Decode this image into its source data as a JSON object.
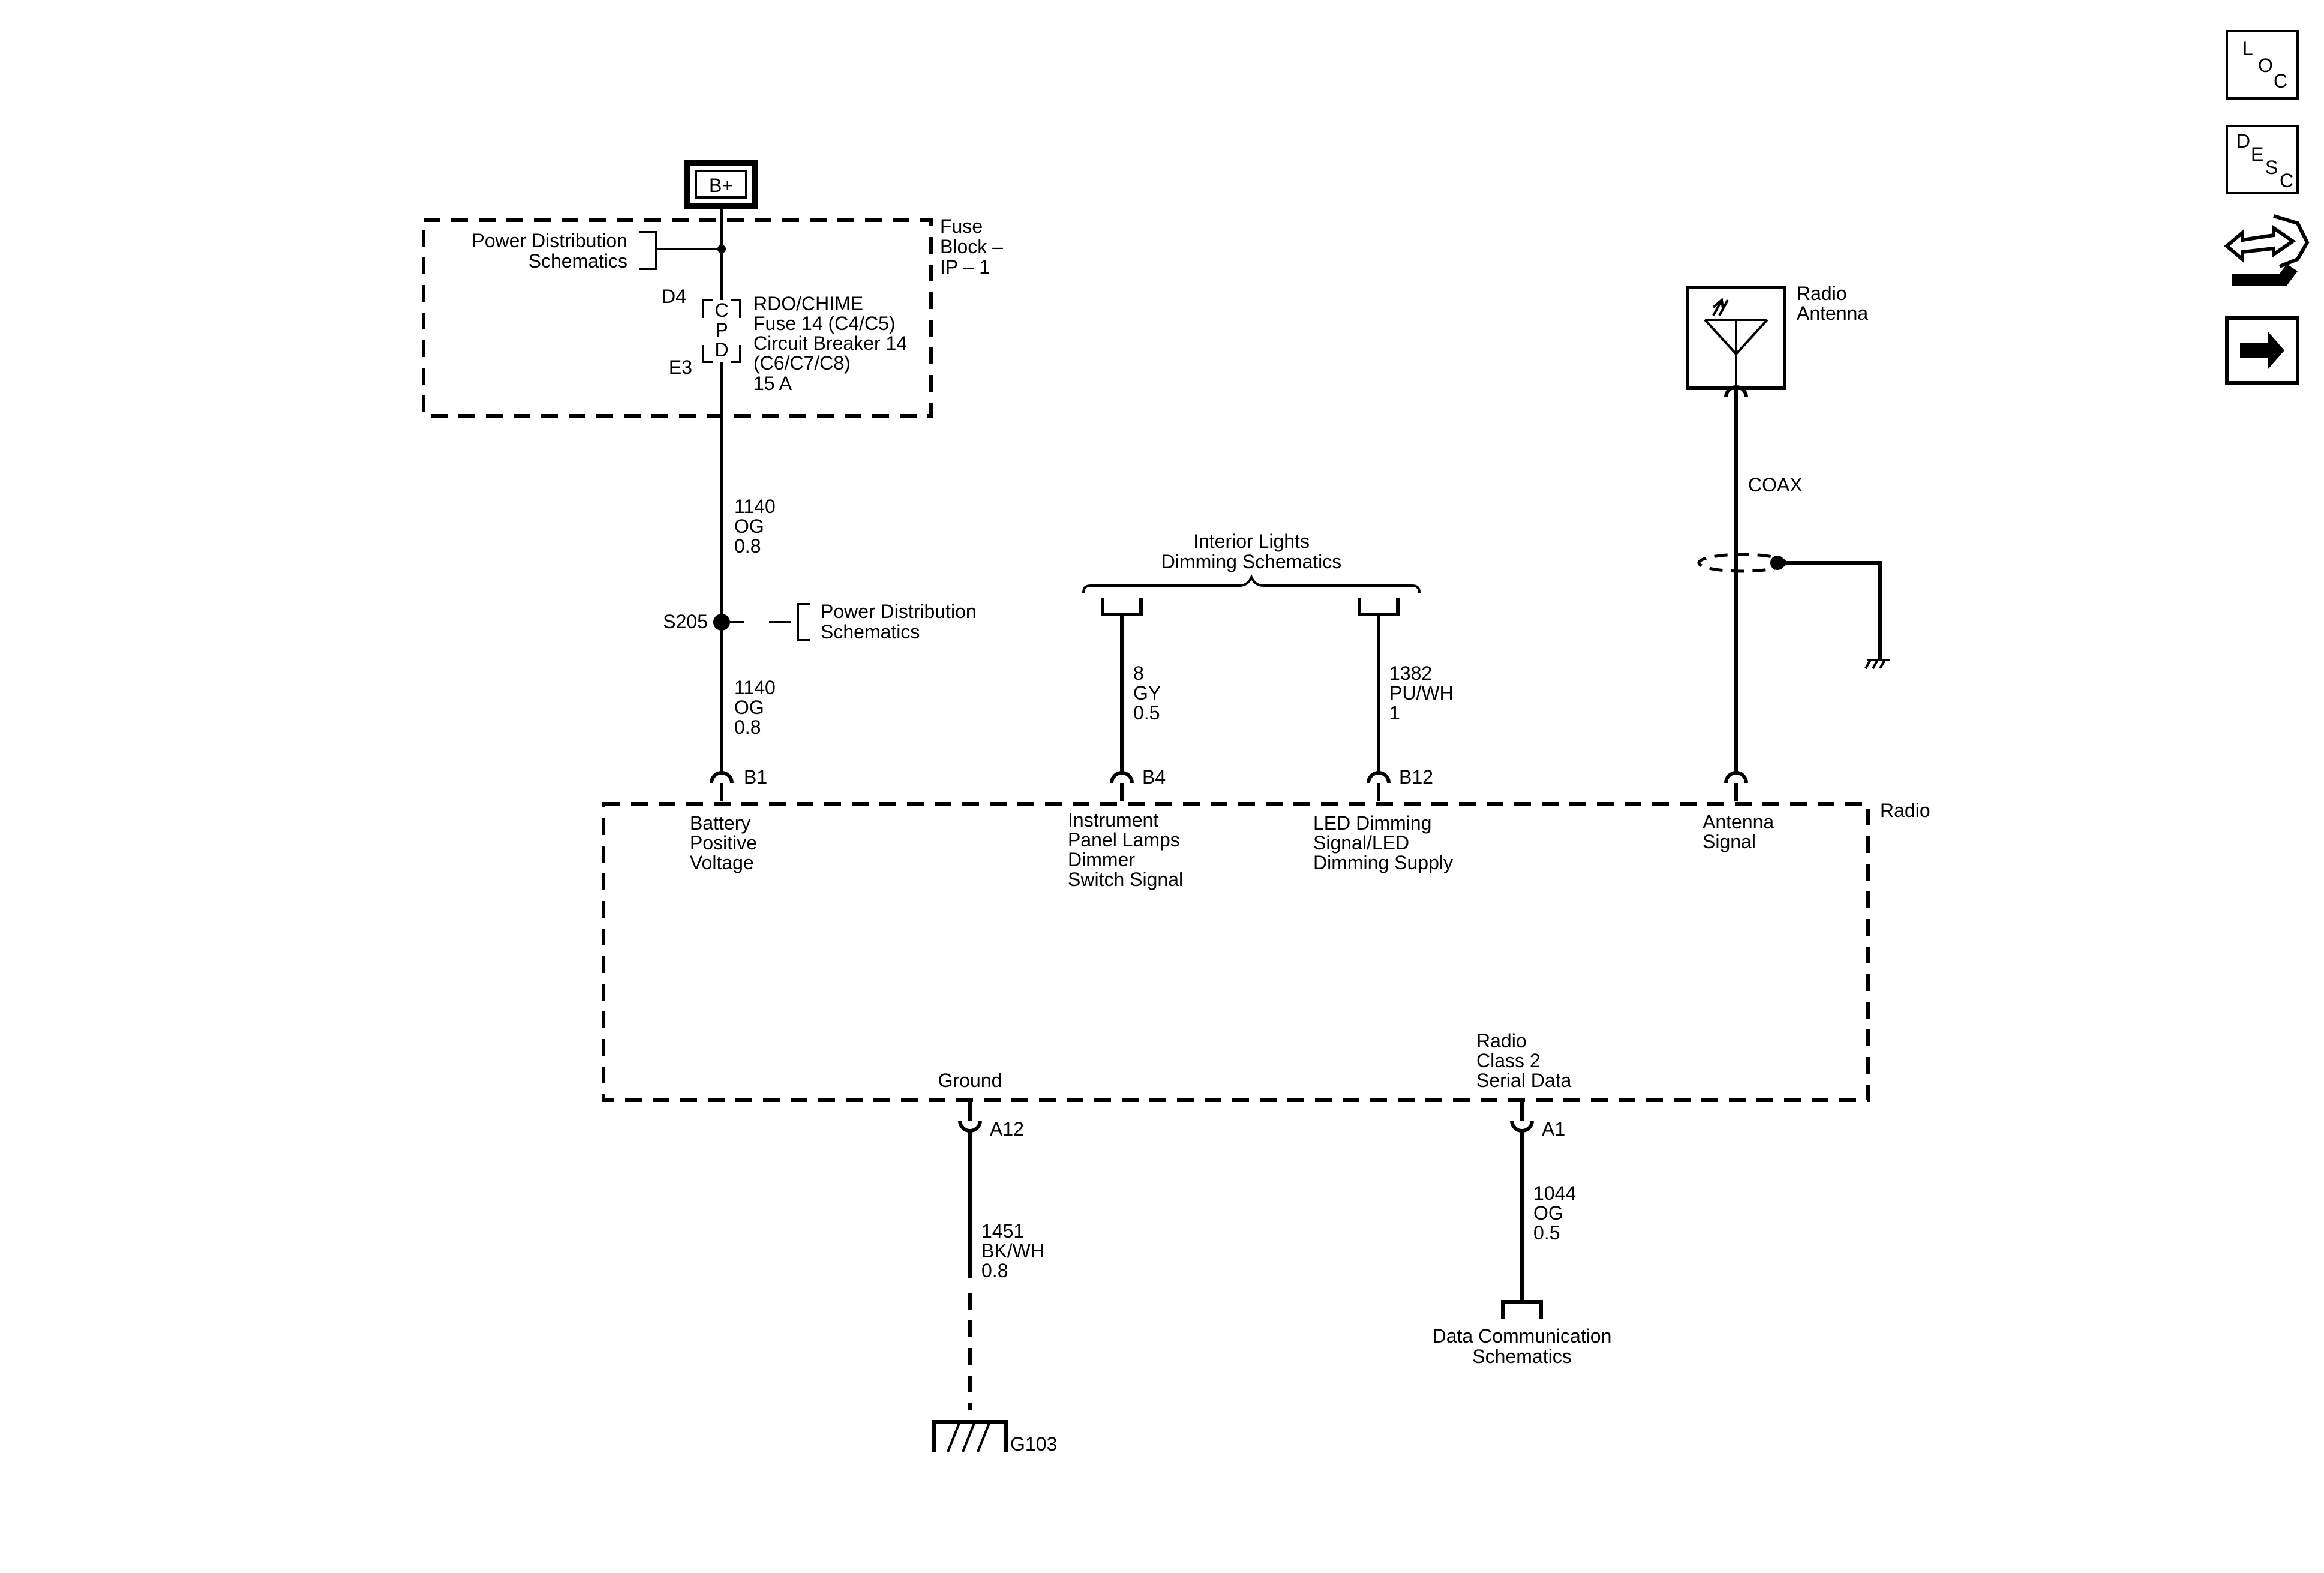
{
  "battery": {
    "label": "B+"
  },
  "fuse_block": {
    "name": [
      "Fuse",
      "Block –",
      "IP – 1"
    ],
    "power_dist_ref": [
      "Power Distribution",
      "Schematics"
    ],
    "pin_top": "D4",
    "pin_bottom": "E3",
    "cpd": [
      "C",
      "P",
      "D"
    ],
    "fuse_desc": [
      "RDO/CHIME",
      "Fuse 14 (C4/C5)",
      "Circuit Breaker 14",
      "(C6/C7/C8)",
      "15 A"
    ]
  },
  "wires": {
    "w1140_upper": [
      "1140",
      "OG",
      "0.8"
    ],
    "w1140_lower": [
      "1140",
      "OG",
      "0.8"
    ],
    "w8": [
      "8",
      "GY",
      "0.5"
    ],
    "w1382": [
      "1382",
      "PU/WH",
      "1"
    ],
    "w1451": [
      "1451",
      "BK/WH",
      "0.8"
    ],
    "w1044": [
      "1044",
      "OG",
      "0.5"
    ],
    "coax": "COAX"
  },
  "splice": {
    "label": "S205",
    "ref": [
      "Power Distribution",
      "Schematics"
    ]
  },
  "interior_lights": [
    "Interior Lights",
    "Dimming Schematics"
  ],
  "antenna": {
    "label": [
      "Radio",
      "Antenna"
    ]
  },
  "radio": {
    "label": "Radio",
    "pins": {
      "b1": "B1",
      "b4": "B4",
      "b12": "B12",
      "a12": "A12",
      "a1": "A1"
    },
    "func_b1": [
      "Battery",
      "Positive",
      "Voltage"
    ],
    "func_b4": [
      "Instrument",
      "Panel Lamps",
      "Dimmer",
      "Switch Signal"
    ],
    "func_b12": [
      "LED Dimming",
      "Signal/LED",
      "Dimming Supply"
    ],
    "func_ant": [
      "Antenna",
      "Signal"
    ],
    "func_gnd": "Ground",
    "func_serial": [
      "Radio",
      "Class 2",
      "Serial Data"
    ]
  },
  "ground": {
    "label": "G103"
  },
  "data_comm_ref": [
    "Data Communication",
    "Schematics"
  ],
  "nav": {
    "loc": [
      "L",
      "O",
      "C"
    ],
    "desc": [
      "D",
      "E",
      "S",
      "C"
    ],
    "icons": [
      "connector-icon",
      "next-arrow-icon"
    ]
  }
}
